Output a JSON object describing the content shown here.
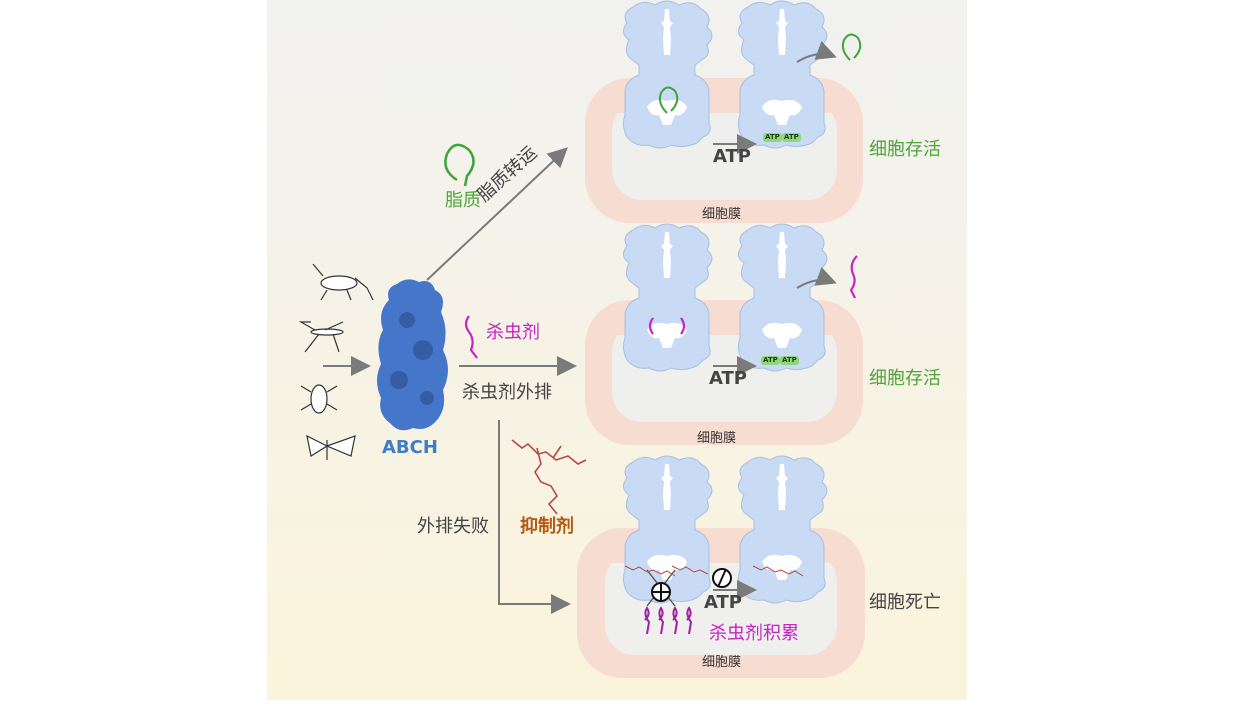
{
  "organism": {
    "name": "ABCH"
  },
  "pathways": {
    "lipid": {
      "substrate": "脂质",
      "process": "脂质转运",
      "outcome": "细胞存活",
      "membrane": "细胞膜",
      "atp": "ATP",
      "atp_chip": "ATP"
    },
    "insecticide": {
      "substrate": "杀虫剂",
      "process": "杀虫剂外排",
      "outcome": "细胞存活",
      "membrane": "细胞膜",
      "atp": "ATP",
      "atp_chip": "ATP"
    },
    "inhibitor": {
      "substrate": "抑制剂",
      "process": "外排失败",
      "outcome": "细胞死亡",
      "membrane": "细胞膜",
      "atp": "ATP",
      "accumulation": "杀虫剂积累"
    }
  },
  "icons": [
    "cricket-icon",
    "mosquito-icon",
    "beetle-icon",
    "moth-icon",
    "protein-structure-icon",
    "lipid-molecule-icon",
    "insecticide-molecule-icon",
    "inhibitor-molecule-icon",
    "inhibition-symbol-icon",
    "blocked-symbol-icon"
  ],
  "colors": {
    "lipid": "#4fa43a",
    "insecticide": "#c724c4",
    "abch": "#3f7ec4",
    "inhibitor": "#b25a12",
    "membrane": "#f7dcd2",
    "transporter": "#c8daf4"
  }
}
